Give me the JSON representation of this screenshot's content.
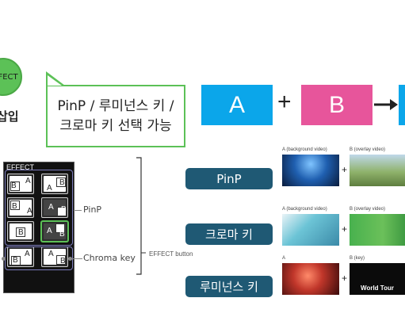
{
  "circle": {
    "label": "EFFECT",
    "fill": "#5cc157"
  },
  "insert_label": "삽입",
  "callout": {
    "text": "PinP / 루미넌스 키 /\n크로마 키 선택 가능",
    "border": "#5cc157"
  },
  "flow": {
    "a": "A",
    "plus": "+",
    "b": "B",
    "a_color": "#0ba6ea",
    "b_color": "#e7559b"
  },
  "panel": {
    "title": "EFFECT",
    "buttons": [
      {
        "row": 0,
        "col": 0,
        "letters": [
          "B",
          "A"
        ]
      },
      {
        "row": 0,
        "col": 1,
        "letters": [
          "A",
          "B"
        ]
      },
      {
        "row": 1,
        "col": 0,
        "letters": [
          "B",
          "A"
        ]
      },
      {
        "row": 1,
        "col": 1,
        "letters": [
          "A",
          "B"
        ]
      },
      {
        "row": 2,
        "col": 0,
        "letters": [
          "B"
        ]
      },
      {
        "row": 2,
        "col": 1,
        "letters": [
          "A",
          "B"
        ]
      },
      {
        "row": 3,
        "col": 0,
        "letters": [
          "B",
          "A"
        ]
      },
      {
        "row": 3,
        "col": 1,
        "letters": [
          "A",
          "B"
        ]
      }
    ]
  },
  "labels": {
    "pinp": "PinP",
    "chroma": "Chroma key",
    "effect_button": "EFFECT button"
  },
  "rows": [
    {
      "pill": "PinP",
      "cap_a": "A (background video)",
      "cap_b": "B (overlay video)"
    },
    {
      "pill": "크로마 키",
      "cap_a": "A (background video)",
      "cap_b": "B (overlay video)"
    },
    {
      "pill": "루미넌스 키",
      "cap_a": "A",
      "cap_b": "B (key)",
      "key_text": "World Tour"
    }
  ],
  "pill_color": "#1f5974"
}
